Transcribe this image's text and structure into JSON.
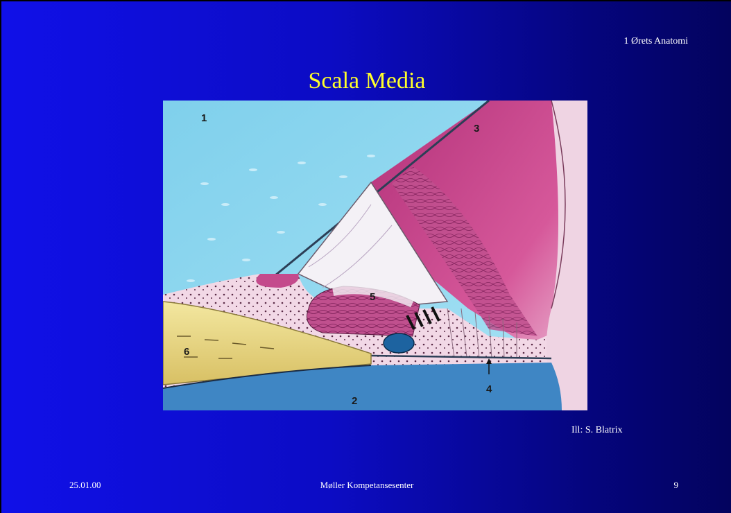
{
  "slide": {
    "section": "1 Ørets Anatomi",
    "title": "Scala Media",
    "credit": "Ill: S. Blatrix",
    "date": "25.01.00",
    "footer": "Møller Kompetansesenter",
    "page_number": "9"
  },
  "figure": {
    "labels": [
      "1",
      "2",
      "3",
      "4",
      "5",
      "6"
    ]
  },
  "colors": {
    "background": "#0c0cc4",
    "title": "#ffff2a",
    "text": "#ffffff"
  }
}
